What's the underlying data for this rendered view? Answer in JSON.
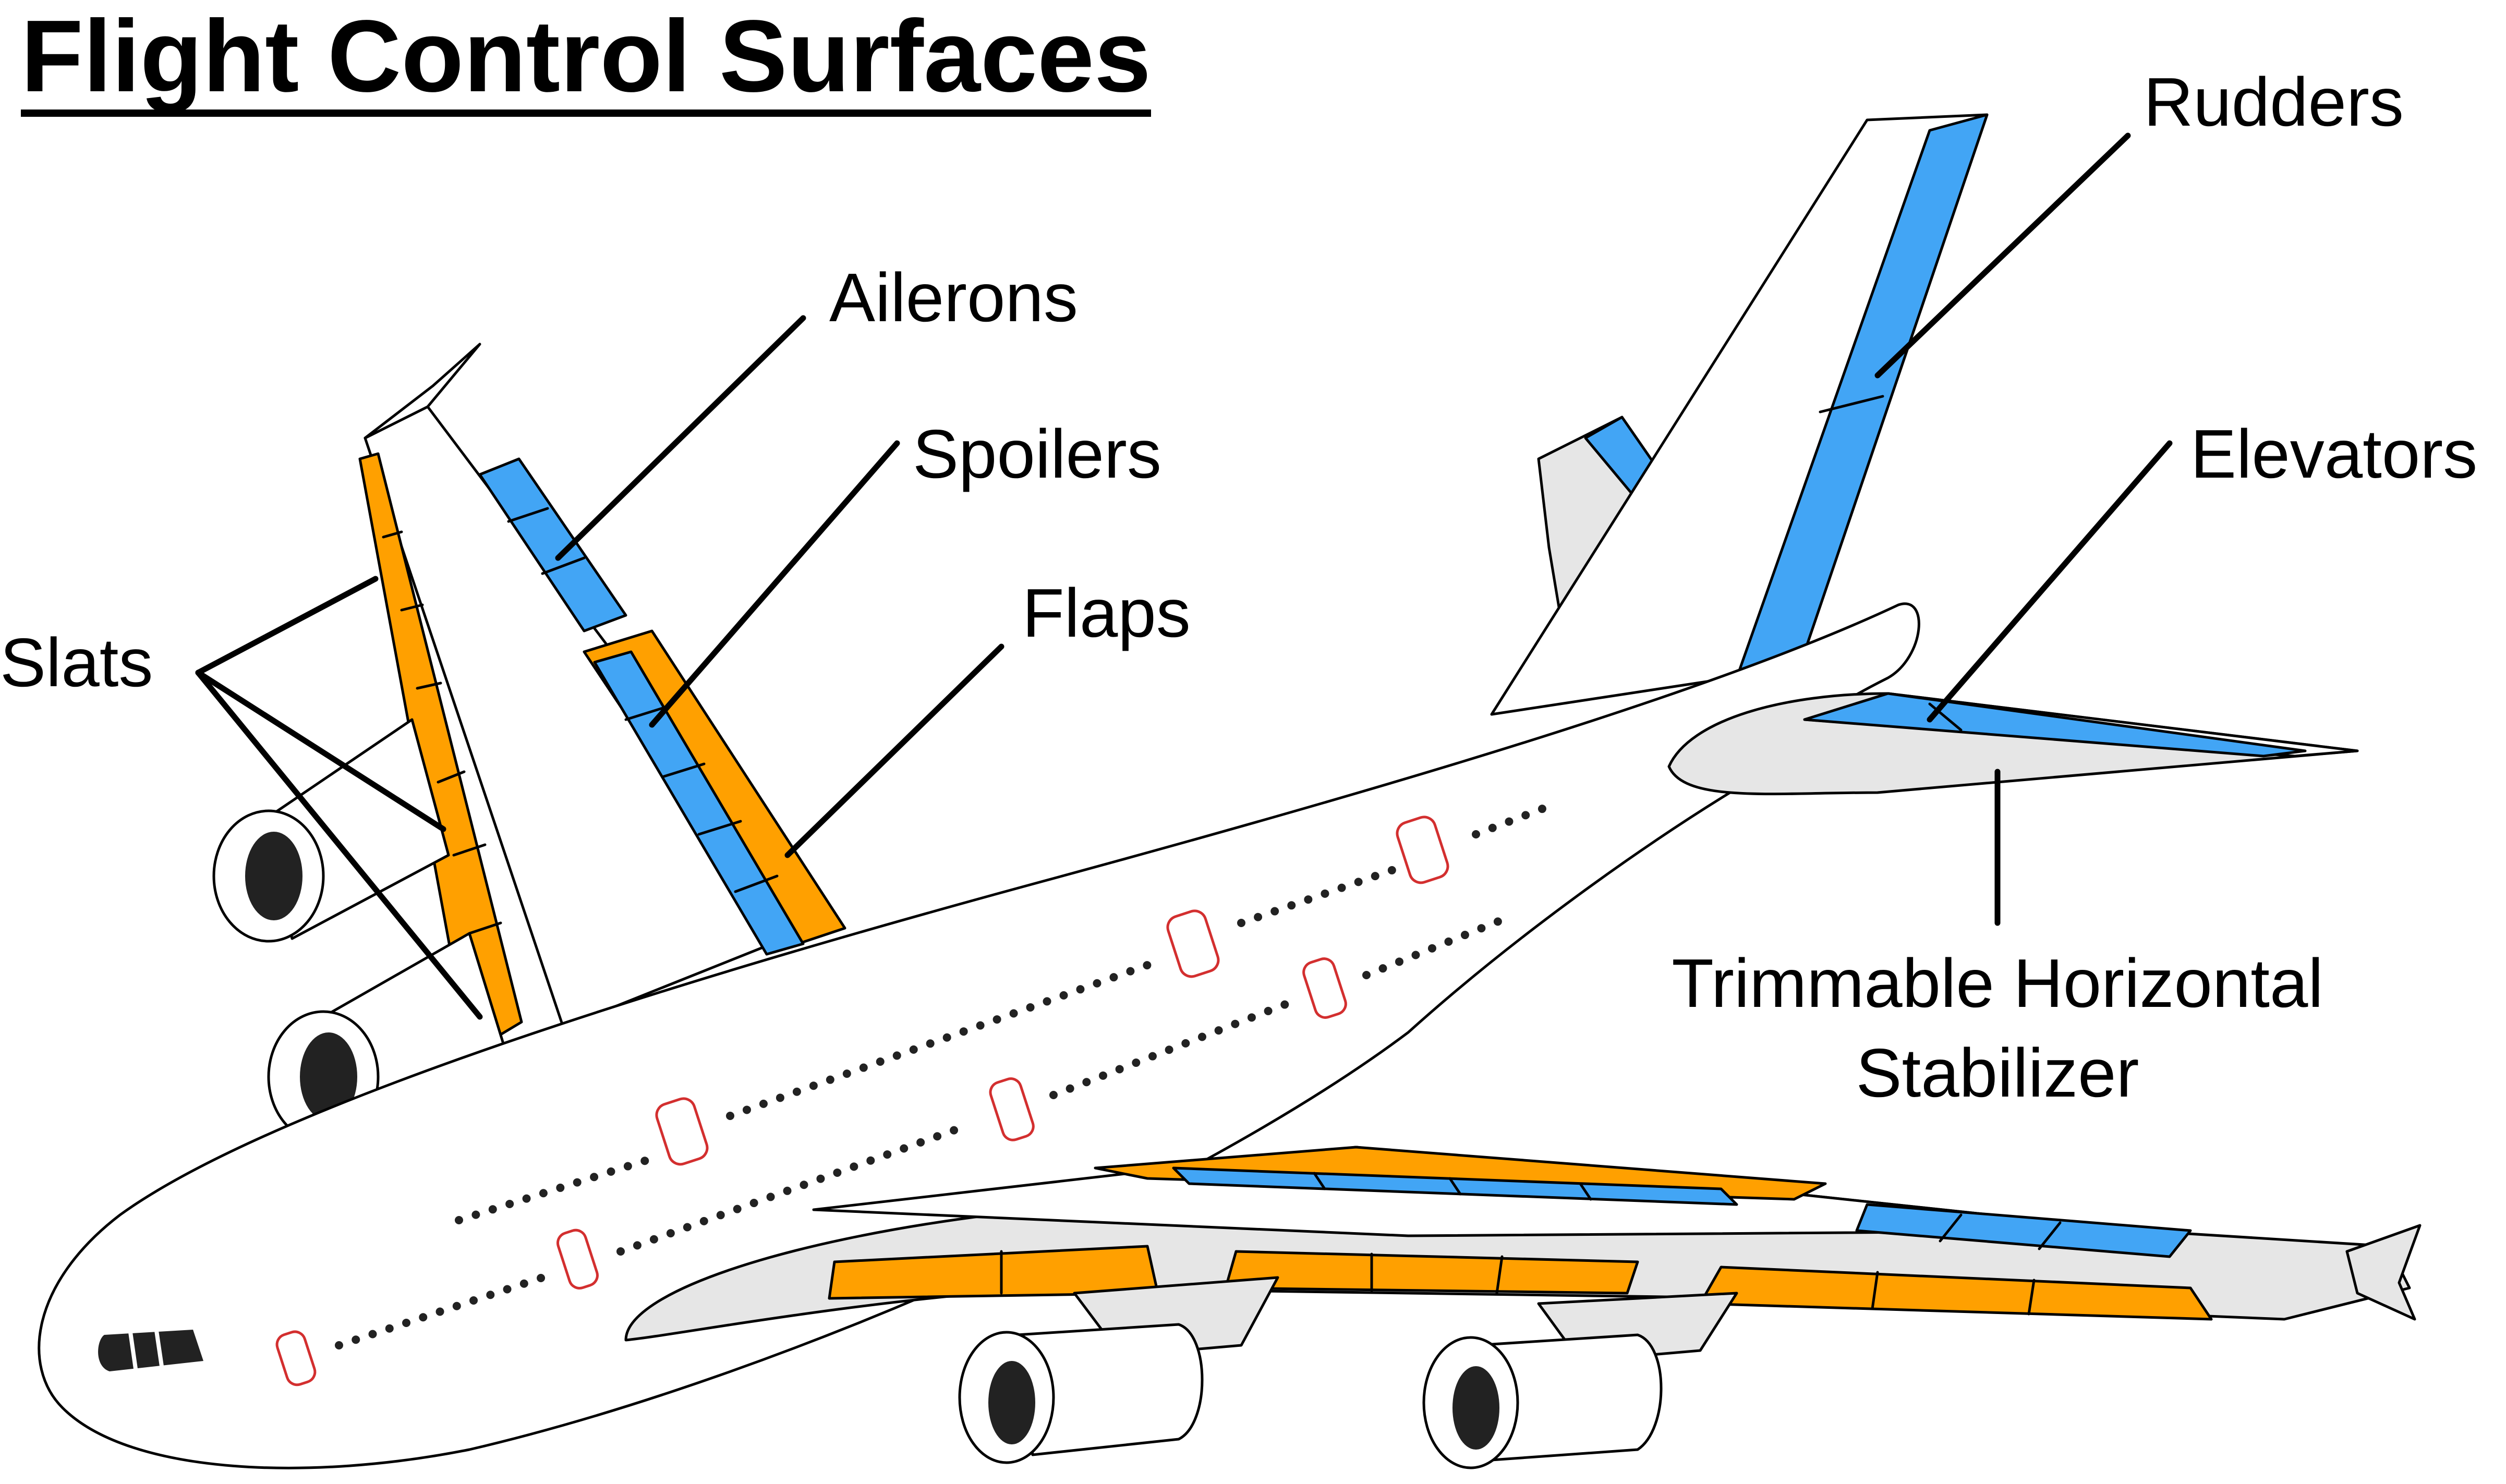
{
  "title": "Flight Control Surfaces",
  "labels": {
    "ailerons": "Ailerons",
    "spoilers": "Spoilers",
    "flaps": "Flaps",
    "slats": "Slats",
    "rudders": "Rudders",
    "elevators": "Elevators",
    "ths_line1": "Trimmable Horizontal",
    "ths_line2": "Stabilizer"
  },
  "colors": {
    "blue_surface": "#42a5f5",
    "orange_surface": "#ffa000",
    "fuselage": "#ffffff",
    "wing_shade": "#e6e6e6",
    "window_dots": "#222222",
    "door_outline": "#d32f2f"
  }
}
